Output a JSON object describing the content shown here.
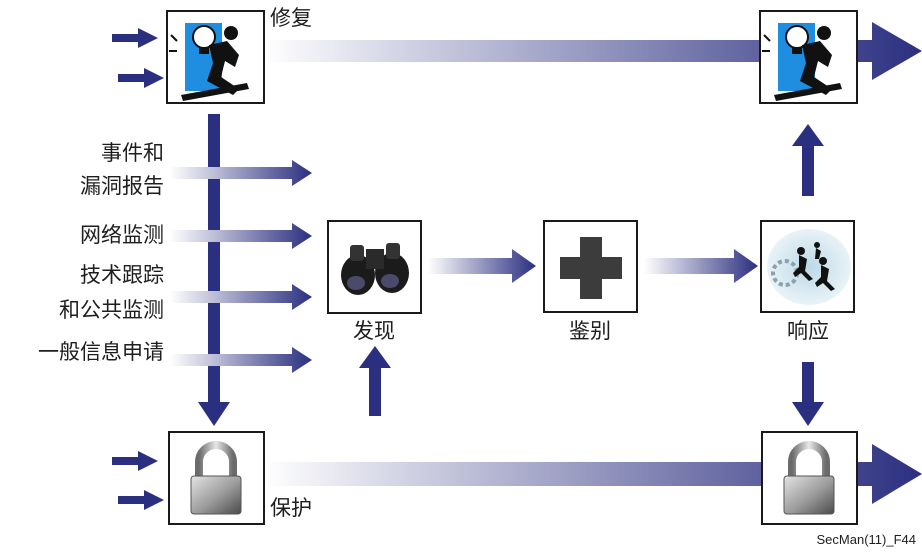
{
  "labels": {
    "repair": "修复",
    "protect": "保护",
    "discover": "发现",
    "identify": "鉴别",
    "respond": "响应"
  },
  "inputs": {
    "incident_line1": "事件和",
    "incident_line2": "漏洞报告",
    "network_monitoring": "网络监测",
    "tech_tracking_line1": "技术跟踪",
    "tech_tracking_line2": "和公共监测",
    "general_info": "一般信息申请"
  },
  "figure_id": "SecMan(11)_F44",
  "colors": {
    "arrow": "#2b2f7f",
    "arrow_fade": "#ffffff",
    "box_border": "#1a1a1a",
    "bulb_bg": "#1f8ee0"
  },
  "icons": {
    "repair_left": "worker-with-lightbulb-icon",
    "repair_right": "worker-with-lightbulb-icon",
    "discover": "binoculars-icon",
    "identify": "plus-cross-icon",
    "respond": "running-figures-icon",
    "protect_left": "padlock-icon",
    "protect_right": "padlock-icon"
  }
}
